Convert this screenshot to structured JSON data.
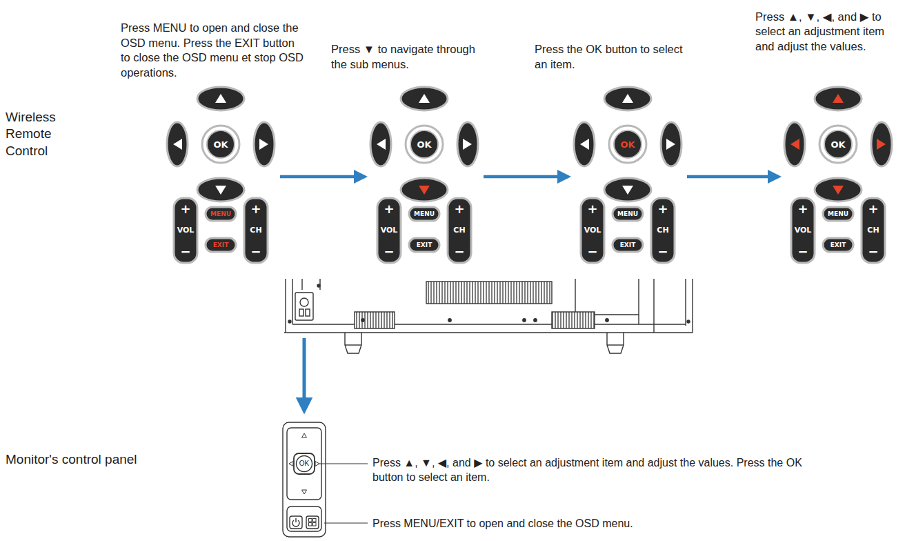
{
  "diagram": {
    "nodes": [
      {
        "text": [
          "Press MENU to open and close the OSD menu. Press the EXIT button to close the OSD menu et stop OSD operations.",
          "OK",
          "+",
          "VOL",
          "−",
          "MENU",
          "EXIT",
          "+",
          "CH",
          "−"
        ]
      },
      {
        "text": [
          "Press ▼ to navigate through the sub menus.",
          "OK",
          "+",
          "VOL",
          "−",
          "MENU",
          "EXIT",
          "+",
          "CH",
          "−"
        ]
      },
      {
        "text": [
          "Press the OK button to select an item.",
          "OK",
          "+",
          "VOL",
          "−",
          "MENU",
          "EXIT",
          "+",
          "CH",
          "−"
        ]
      },
      {
        "text": [
          "Press ▲, ▼, ◀, and ▶ to select an adjustment item and adjust the values.",
          "OK",
          "+",
          "VOL",
          "−",
          "MENU",
          "EXIT",
          "+",
          "CH",
          "−"
        ]
      },
      {
        "text": [
          "OK"
        ]
      }
    ],
    "edges": [
      {
        "from": 0,
        "to": 1,
        "arrow": "to"
      },
      {
        "from": 1,
        "to": 2,
        "arrow": "to"
      },
      {
        "from": 2,
        "to": 3,
        "arrow": "to"
      }
    ],
    "labels": [
      "Wireless Remote Control",
      "Monitor's control panel",
      "Press ▲, ▼, ◀, and ▶ to select an adjustment item and adjust the values. Press the OK button to select an item.",
      "Press MENU/EXIT to open and close the OSD menu."
    ]
  }
}
